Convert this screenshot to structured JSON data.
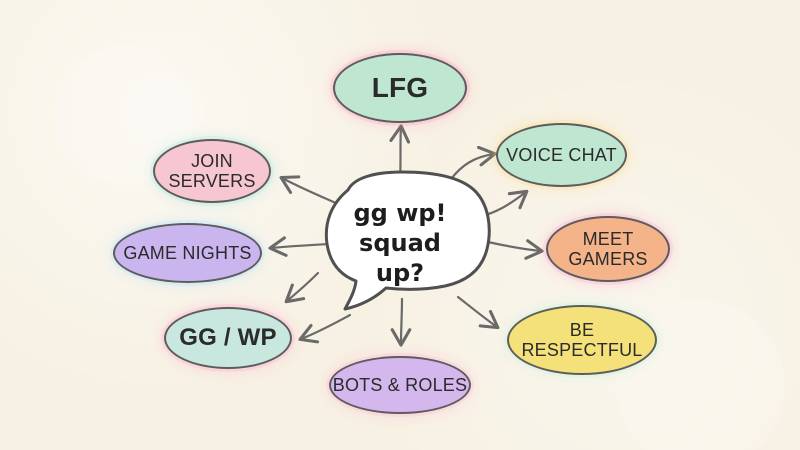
{
  "center": {
    "text": "gg wp!\nsquad up?",
    "fill": "#ffffff"
  },
  "nodes": {
    "lfg": {
      "label": "LFG",
      "fill": "#bfe6d0",
      "glow": "#ff7fb3"
    },
    "join_servers": {
      "label": "JOIN\nSERVERS",
      "fill": "#f6c6d1",
      "glow": "#86ddd4"
    },
    "voice_chat": {
      "label": "VOICE CHAT",
      "fill": "#bfe6d0",
      "glow": "#ffd36c"
    },
    "game_nights": {
      "label": "GAME NIGHTS",
      "fill": "#cbb5ee",
      "glow": "#95d7ff"
    },
    "meet_gamers": {
      "label": "MEET\nGAMERS",
      "fill": "#f4b389",
      "glow": "#ff87c0"
    },
    "gg_wp": {
      "label": "GG / WP",
      "fill": "#c7e7df",
      "glow": "#ff8cc2"
    },
    "be_respectful": {
      "label": "BE\nRESPECTFUL",
      "fill": "#f5e17a",
      "glow": "#b7f0d7"
    },
    "bots_roles": {
      "label": "BOTS & ROLES",
      "fill": "#d4b7ec",
      "glow": "#ff9fcf"
    }
  },
  "colors": {
    "background": "#f7f1e3",
    "stroke": "#5d5d5d",
    "arrow": "#6a6a6a",
    "text": "#2b2b2b"
  }
}
